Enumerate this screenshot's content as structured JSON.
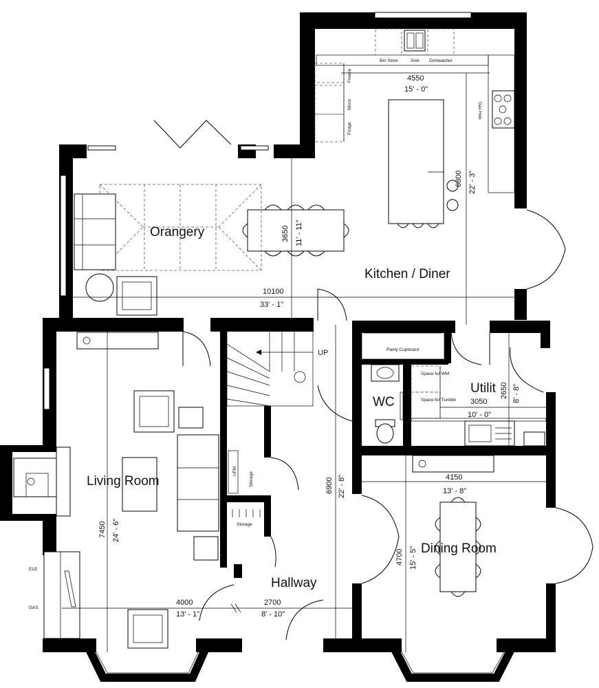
{
  "rooms": {
    "orangery": "Orangery",
    "kitchen_diner": "Kitchen / Diner",
    "living_room": "Living Room",
    "hallway": "Hallway",
    "dining_room": "Dining Room",
    "wc": "WC",
    "utility": "Utilit",
    "storage_upper": "Storage",
    "storage_lower": "Storage",
    "ufm": "UFM"
  },
  "labels": {
    "up": "UP",
    "bin_store": "Bin Store",
    "sink": "Sink",
    "dishwasher": "Dishwasher",
    "freeze": "Freeze",
    "mirco": "Mirco",
    "fridge": "Fridge",
    "gas_hob": "Gas Hob",
    "pantry_cupboard": "Panty Cupboard",
    "space_for_wm": "Space for WM",
    "space_for_tumble": "Space for Tumble",
    "ele": "ELE",
    "gas": "GAS"
  },
  "dimensions": {
    "kitchen_width_mm": "4550",
    "kitchen_width_ft": "15' - 0\"",
    "kitchen_depth_mm": "6800",
    "kitchen_depth_ft": "22' - 3\"",
    "orangery_depth_mm": "3650",
    "orangery_depth_ft": "11' - 11\"",
    "overall_width_mm": "10100",
    "overall_width_ft": "33' - 1\"",
    "living_depth_mm": "7450",
    "living_depth_ft": "24' - 6\"",
    "living_width_mm": "4000",
    "living_width_ft": "13' - 1\"",
    "hallway_width_mm": "2700",
    "hallway_width_ft": "8' - 10\"",
    "hallway_depth_mm": "6900",
    "hallway_depth_ft": "22' - 8\"",
    "utility_width_mm": "3050",
    "utility_width_ft": "10' - 0\"",
    "utility_depth_mm": "2650",
    "utility_depth_ft": "8' - 8\"",
    "dining_width_mm": "4150",
    "dining_width_ft": "13' - 8\"",
    "dining_depth_mm": "4700",
    "dining_depth_ft": "15' - 5\""
  }
}
